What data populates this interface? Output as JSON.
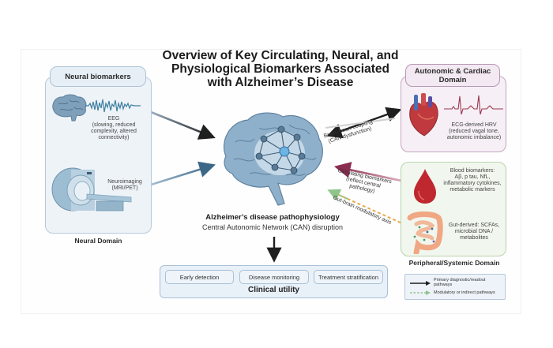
{
  "title": {
    "line1": "Overview of Key Circulating, Neural, and",
    "line2": "Physiological Biomarkers Associated",
    "line3": "with Alzheimer’s Disease"
  },
  "neural": {
    "tab_label": "Neural biomarkers",
    "domain_label": "Neural Domain",
    "eeg": {
      "icon": "brain-icon",
      "wave_icon": "eeg-wave-icon",
      "lines": [
        "EEG",
        "(slowing, reduced",
        "complexity, altered",
        "connectivity)"
      ]
    },
    "imaging": {
      "icon": "mri-scanner-icon",
      "lines": [
        "Neuroimaging",
        "(MRI/PET)"
      ]
    }
  },
  "cardiac": {
    "tab_line1": "Autonomic & Cardiac",
    "tab_line2": "Domain",
    "heart_icon": "heart-icon",
    "ecg_icon": "ecg-wave-icon",
    "lines": [
      "ECG-derived HRV",
      "(reduced vagal tone,",
      "autonomic imbalance)"
    ]
  },
  "peripheral": {
    "domain_label": "Peripheral/Systemic Domain",
    "blood": {
      "icon": "blood-drop-icon",
      "lines": [
        "Blood biomarkers:",
        "Aβ, p tau, NfL,",
        "inflammatory cytokines,",
        "metabolic markers"
      ]
    },
    "gut": {
      "icon": "intestine-icon",
      "lines": [
        "Gut-derived: SCFAs,",
        "microbial DNA /",
        "metabolites"
      ]
    }
  },
  "center": {
    "brain_icon": "brain-network-icon",
    "title": "Alzheimer’s disease pathophysiology",
    "subtitle": "Central Autonomic Network (CAN) disruption"
  },
  "connections": {
    "brain_heart": [
      "Brain–heart coupling",
      "(CAN dysfunction)"
    ],
    "circulating": [
      "Circulating biomarkers",
      "(reflect central",
      "pathology)"
    ],
    "gut_brain": "Gut-brain modulatory axis"
  },
  "clinical": {
    "label": "Clinical utility",
    "items": [
      "Early detection",
      "Disease monitoring",
      "Treatment stratification"
    ]
  },
  "legend": {
    "primary_line1": "Primary diagnostic/readout",
    "primary_line2": "pathways",
    "modulatory": "Modulatory or indirect pathways"
  },
  "colors": {
    "neural_accent": "#aec3d6",
    "cardiac_accent": "#b996b6",
    "peripheral_accent": "#b9d3ad",
    "primary_arrow": "#1f1f1f",
    "circulating_arrow": "#8a2d4e",
    "modulatory_arrow": "#8fc58a",
    "gut_arrow": "#e8a94a"
  }
}
